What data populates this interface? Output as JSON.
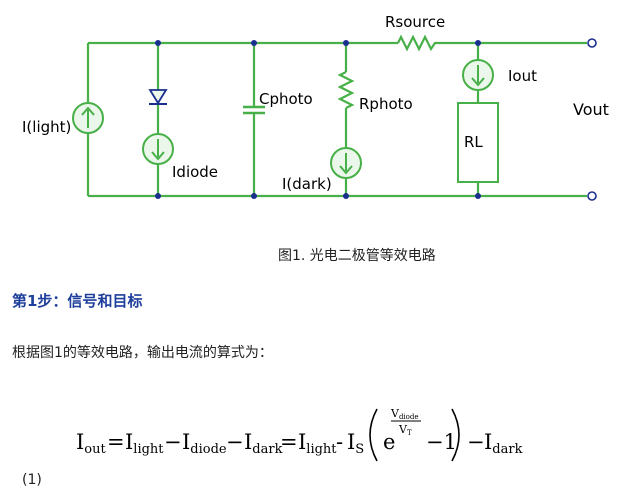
{
  "diagram": {
    "labels": {
      "i_light": "I(light)",
      "i_diode": "Idiode",
      "c_photo": "Cphoto",
      "r_photo": "Rphoto",
      "i_dark": "I(dark)",
      "r_source": "Rsource",
      "i_out": "Iout",
      "rl": "RL",
      "v_out": "Vout"
    },
    "colors": {
      "wire": "#48b048",
      "node": "#1b2f8f",
      "component_fill": "#eaf7ea"
    }
  },
  "caption": "图1. 光电二极管等效电路",
  "step_heading": "第1步：信号和目标",
  "paragraph": "根据图1的等效电路，输出电流的算式为：",
  "equation": {
    "I": "I",
    "sub_out": "out",
    "sub_light": "light",
    "sub_diode": "diode",
    "sub_dark": "dark",
    "sub_S": "S",
    "eq": "=",
    "minus": "−",
    "minus_S": "-",
    "e": "e",
    "exp_num": "V",
    "exp_num_sub": "diode",
    "exp_den": "V",
    "exp_den_sub": "T",
    "one": "−1",
    "number": "(1)"
  }
}
